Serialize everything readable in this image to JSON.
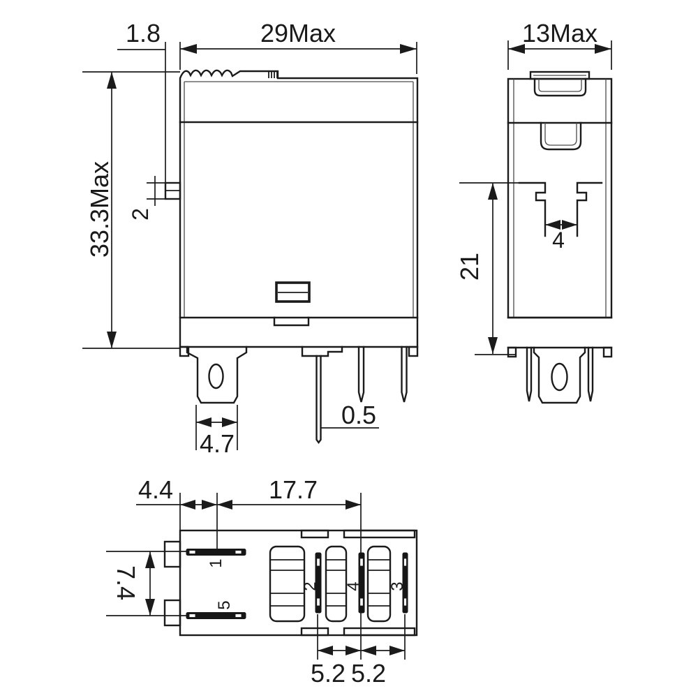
{
  "front_view": {
    "width_label": "29Max",
    "height_label": "33.3Max",
    "latch_offset_label": "1.8",
    "side_tab_label": "2",
    "tab_width_label": "4.7",
    "pin_thickness_label": "0.5"
  },
  "side_view": {
    "width_label": "13Max",
    "notch_width_label": "4",
    "mount_height_label": "21"
  },
  "bottom_view": {
    "edge_to_pin1_label": "4.4",
    "pin1_to_pin4_label": "17.7",
    "row_pitch_label": "7.4",
    "pitch_2_4_label": "5.2",
    "pitch_4_3_label": "5.2",
    "pin_labels": [
      "1",
      "2",
      "3",
      "4",
      "5"
    ]
  }
}
